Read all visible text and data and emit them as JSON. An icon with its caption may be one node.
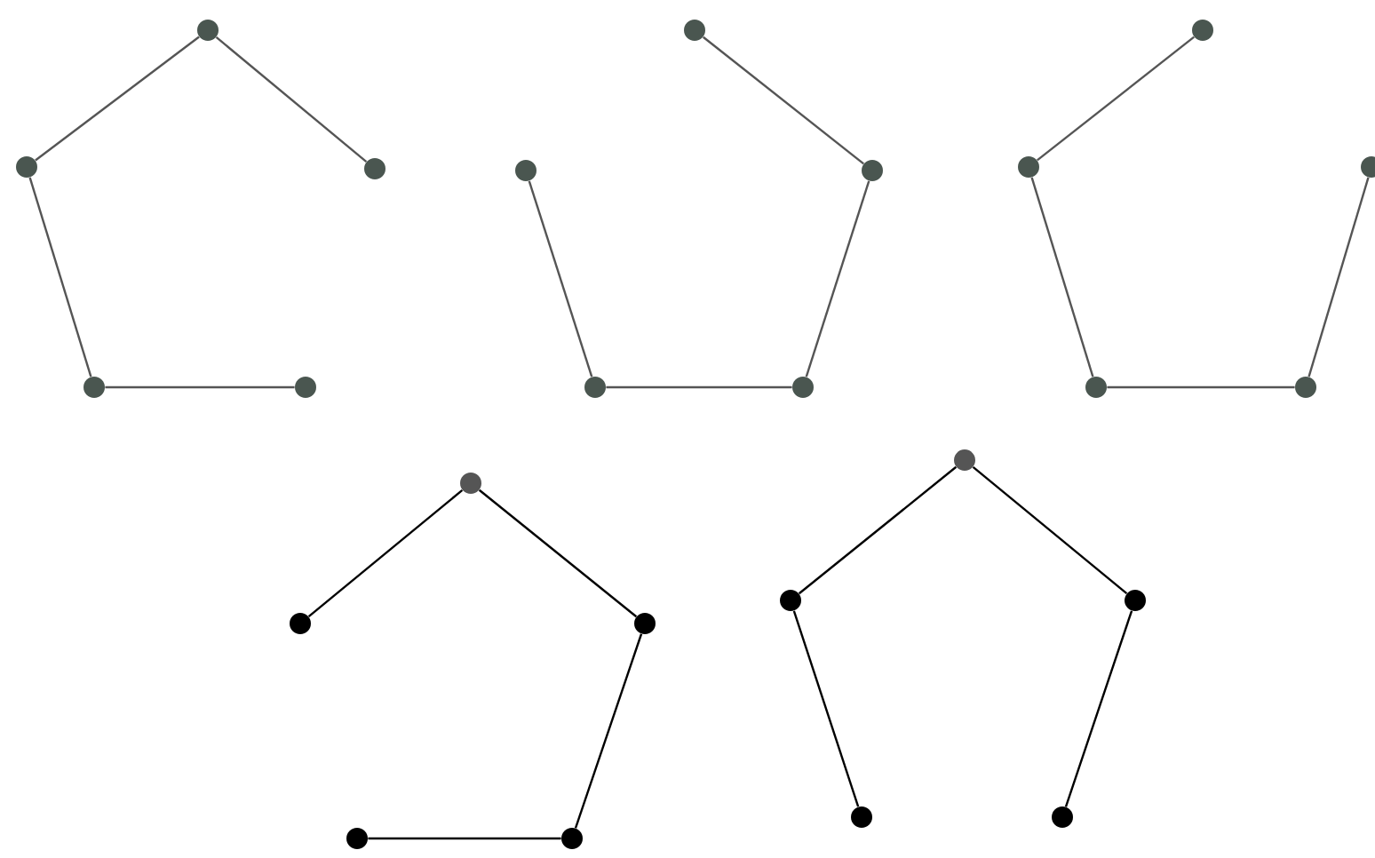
{
  "diagram": {
    "nodes": [
      {
        "text": [],
        "shape": "circle"
      },
      {
        "text": [],
        "shape": "circle"
      },
      {
        "text": [],
        "shape": "circle"
      },
      {
        "text": [],
        "shape": "circle"
      },
      {
        "text": [],
        "shape": "circle"
      },
      {
        "text": [],
        "shape": "circle"
      },
      {
        "text": [],
        "shape": "circle"
      },
      {
        "text": [],
        "shape": "circle"
      },
      {
        "text": [],
        "shape": "circle"
      },
      {
        "text": [],
        "shape": "circle"
      },
      {
        "text": [],
        "shape": "circle"
      },
      {
        "text": [],
        "shape": "circle"
      },
      {
        "text": [],
        "shape": "circle"
      },
      {
        "text": [],
        "shape": "circle"
      },
      {
        "text": [],
        "shape": "circle"
      },
      {
        "text": [],
        "shape": "circle"
      },
      {
        "text": [],
        "shape": "circle"
      },
      {
        "text": [],
        "shape": "circle"
      },
      {
        "text": [],
        "shape": "circle"
      },
      {
        "text": [],
        "shape": "circle"
      },
      {
        "text": [],
        "shape": "circle"
      },
      {
        "text": [],
        "shape": "circle"
      },
      {
        "text": [],
        "shape": "circle"
      },
      {
        "text": [],
        "shape": "circle"
      },
      {
        "text": [],
        "shape": "circle"
      }
    ],
    "edges": [
      {
        "from": 0,
        "to": 1,
        "arrow": "none"
      },
      {
        "from": 0,
        "to": 2,
        "arrow": "none"
      },
      {
        "from": 1,
        "to": 3,
        "arrow": "none"
      },
      {
        "from": 3,
        "to": 4,
        "arrow": "none"
      },
      {
        "from": 5,
        "to": 7,
        "arrow": "none"
      },
      {
        "from": 6,
        "to": 8,
        "arrow": "none"
      },
      {
        "from": 8,
        "to": 9,
        "arrow": "none"
      },
      {
        "from": 9,
        "to": 7,
        "arrow": "none"
      },
      {
        "from": 10,
        "to": 11,
        "arrow": "none"
      },
      {
        "from": 11,
        "to": 13,
        "arrow": "none"
      },
      {
        "from": 13,
        "to": 14,
        "arrow": "none"
      },
      {
        "from": 14,
        "to": 12,
        "arrow": "none"
      },
      {
        "from": 15,
        "to": 16,
        "arrow": "none",
        "color": "#000000"
      },
      {
        "from": 15,
        "to": 17,
        "arrow": "none",
        "color": "#000000"
      },
      {
        "from": 17,
        "to": 19,
        "arrow": "none",
        "color": "#000000"
      },
      {
        "from": 18,
        "to": 19,
        "arrow": "none",
        "color": "#000000"
      },
      {
        "from": 20,
        "to": 21,
        "arrow": "none",
        "color": "#000000"
      },
      {
        "from": 20,
        "to": 22,
        "arrow": "none",
        "color": "#000000"
      },
      {
        "from": 21,
        "to": 23,
        "arrow": "none",
        "color": "#000000"
      },
      {
        "from": 22,
        "to": 24,
        "arrow": "none",
        "color": "#000000"
      }
    ]
  }
}
